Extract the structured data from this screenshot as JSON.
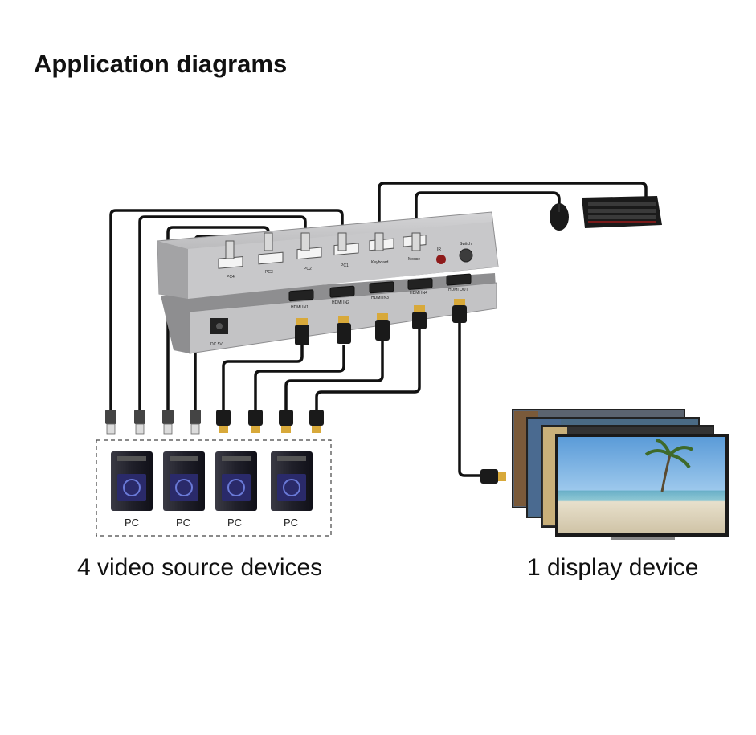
{
  "title": "Application diagrams",
  "captions": {
    "sources": "4 video source devices",
    "display": "1 display device"
  },
  "pc_labels": [
    "PC",
    "PC",
    "PC",
    "PC"
  ],
  "switch": {
    "usb_ports": [
      "PC4",
      "PC3",
      "PC2",
      "PC1",
      "Keyboard",
      "Mouse"
    ],
    "hdmi_ports": [
      "HDMI IN1",
      "HDMI IN2",
      "HDMI IN3",
      "HDMI IN4",
      "HDMI OUT"
    ],
    "ir_label": "IR",
    "switch_label": "Switch",
    "power_label": "DC 5V"
  },
  "colors": {
    "cable": "#111111",
    "switch_body": "#b5b5b7",
    "gold": "#d8a93a"
  }
}
